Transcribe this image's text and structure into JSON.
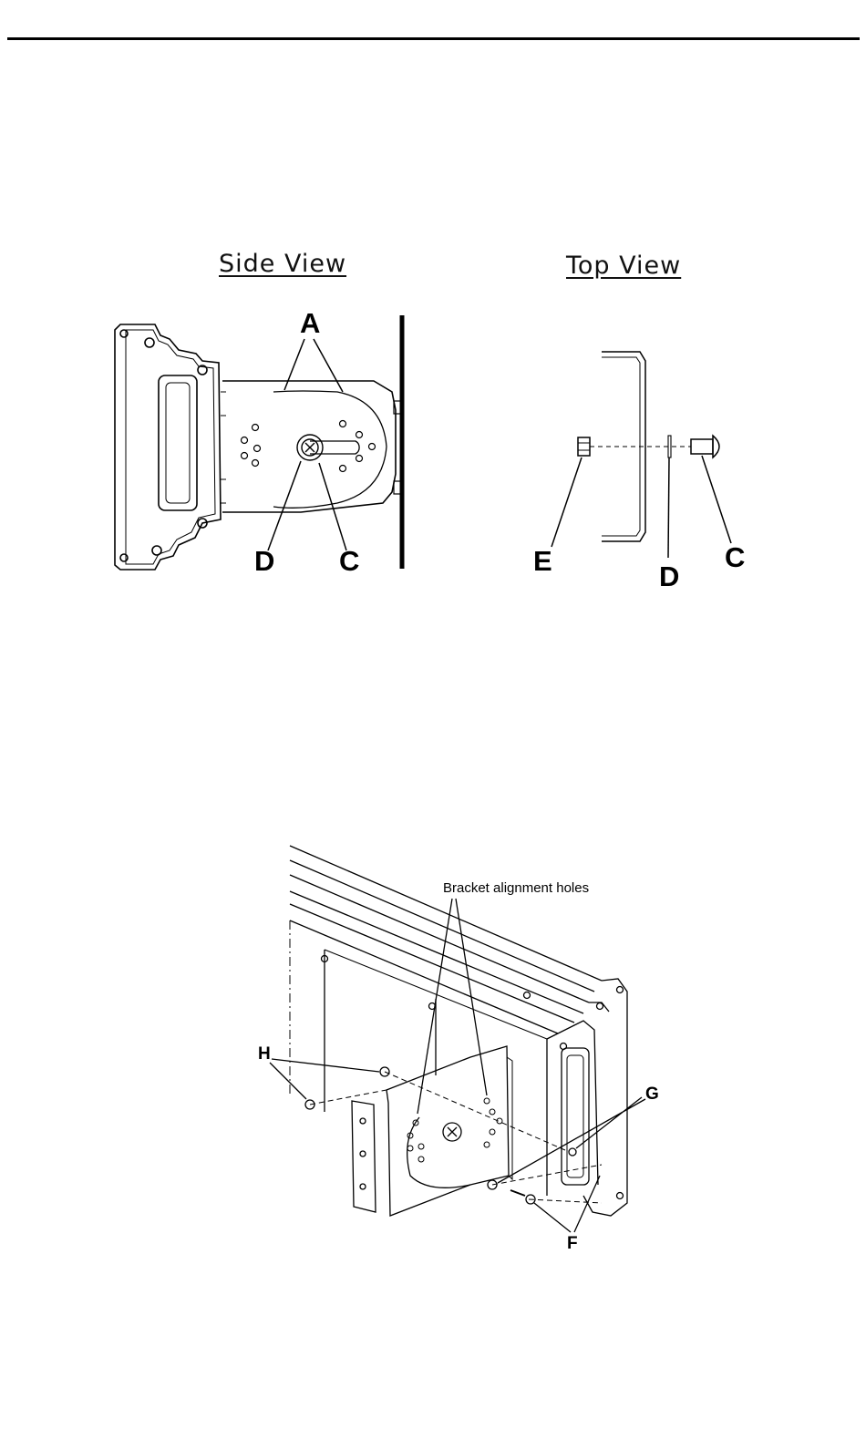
{
  "side_view": {
    "title": "Side View",
    "callouts": {
      "a": "A",
      "d": "D",
      "c": "C"
    }
  },
  "top_view": {
    "title": "Top View",
    "callouts": {
      "e": "E",
      "d": "D",
      "c": "C"
    }
  },
  "assembly_view": {
    "bracket_label": "Bracket alignment holes",
    "callouts": {
      "h": "H",
      "g": "G",
      "f": "F"
    }
  }
}
